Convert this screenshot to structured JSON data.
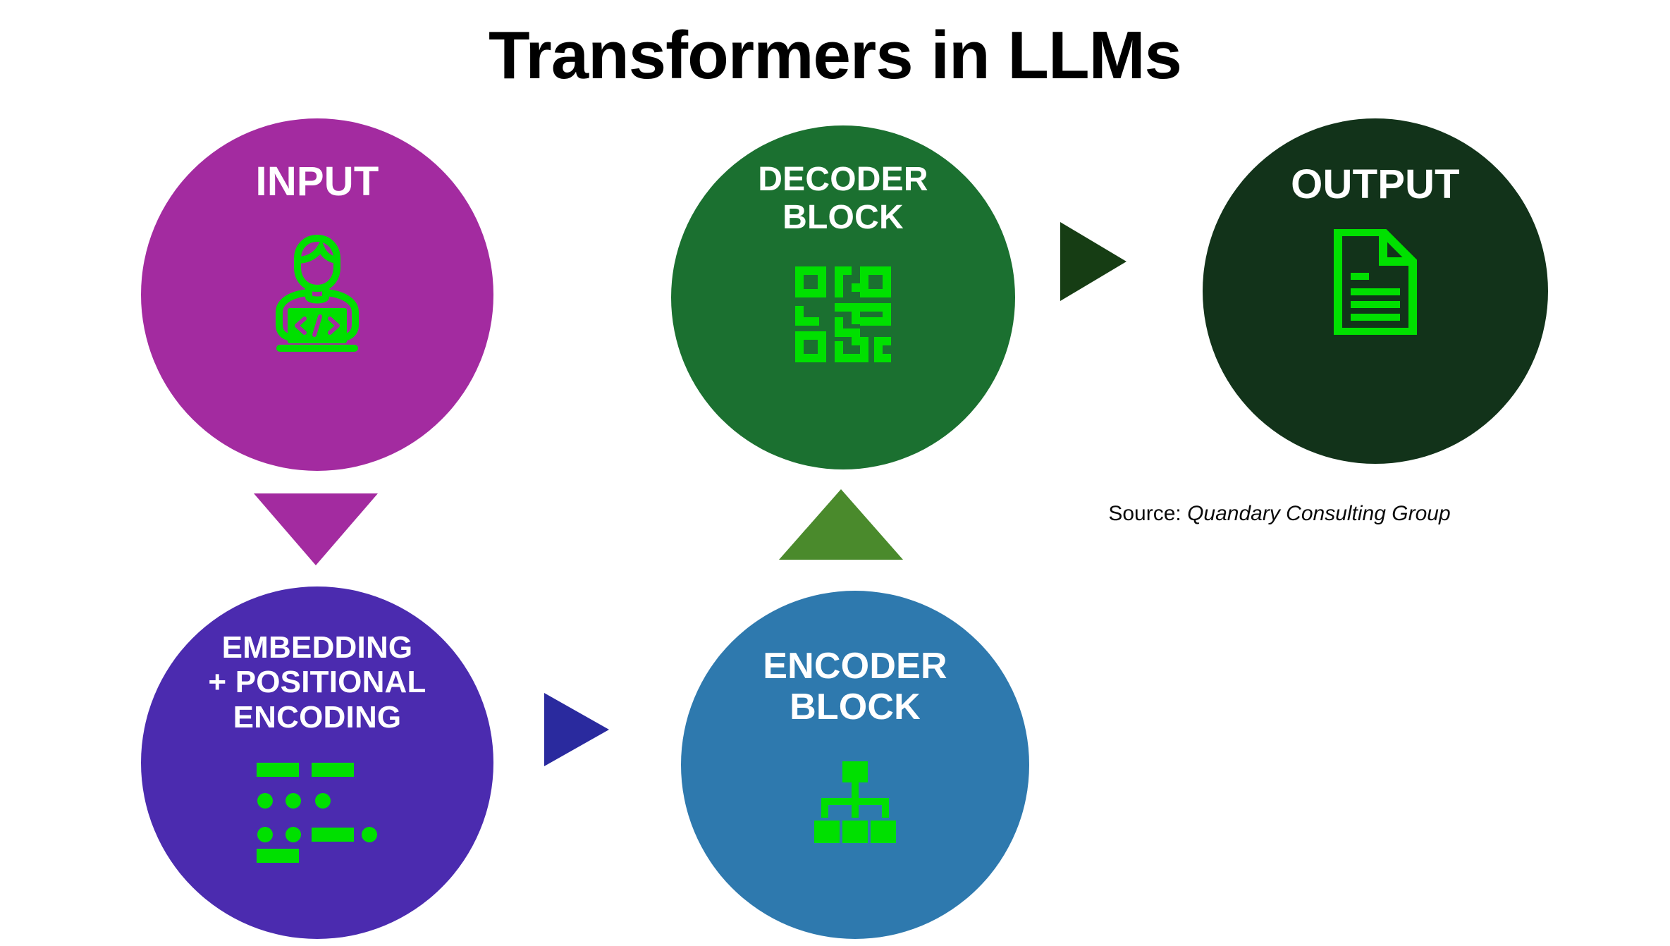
{
  "title": "Transformers in LLMs",
  "theme": {
    "background": "#ffffff",
    "title_color": "#000000",
    "icon_green": "#00E000",
    "label_color": "#ffffff"
  },
  "nodes": [
    {
      "id": "input",
      "label": "INPUT",
      "color": "#A32BA0",
      "icon": "person-at-laptop-code-icon"
    },
    {
      "id": "embedding",
      "label": "EMBEDDING\n+ POSITIONAL\nENCODING",
      "color": "#4B2BAF",
      "icon": "data-encoding-pattern-icon"
    },
    {
      "id": "encoder",
      "label": "ENCODER\nBLOCK",
      "color": "#2E79AE",
      "icon": "hierarchy-tree-icon"
    },
    {
      "id": "decoder",
      "label": "DECODER\nBLOCK",
      "color": "#1B7030",
      "icon": "qr-code-icon"
    },
    {
      "id": "output",
      "label": "OUTPUT",
      "color": "#12331A",
      "icon": "document-page-icon"
    }
  ],
  "arrows": [
    {
      "id": "input-embedding",
      "from": "input",
      "to": "embedding",
      "direction": "down",
      "color": "#A32BA0"
    },
    {
      "id": "embedding-encoder",
      "from": "embedding",
      "to": "encoder",
      "direction": "right",
      "color": "#2A2A9E"
    },
    {
      "id": "encoder-decoder",
      "from": "encoder",
      "to": "decoder",
      "direction": "up",
      "color": "#4A8A2C"
    },
    {
      "id": "decoder-output",
      "from": "decoder",
      "to": "output",
      "direction": "right",
      "color": "#163D14"
    }
  ],
  "source": {
    "label": "Source: ",
    "name": "Quandary Consulting Group"
  }
}
